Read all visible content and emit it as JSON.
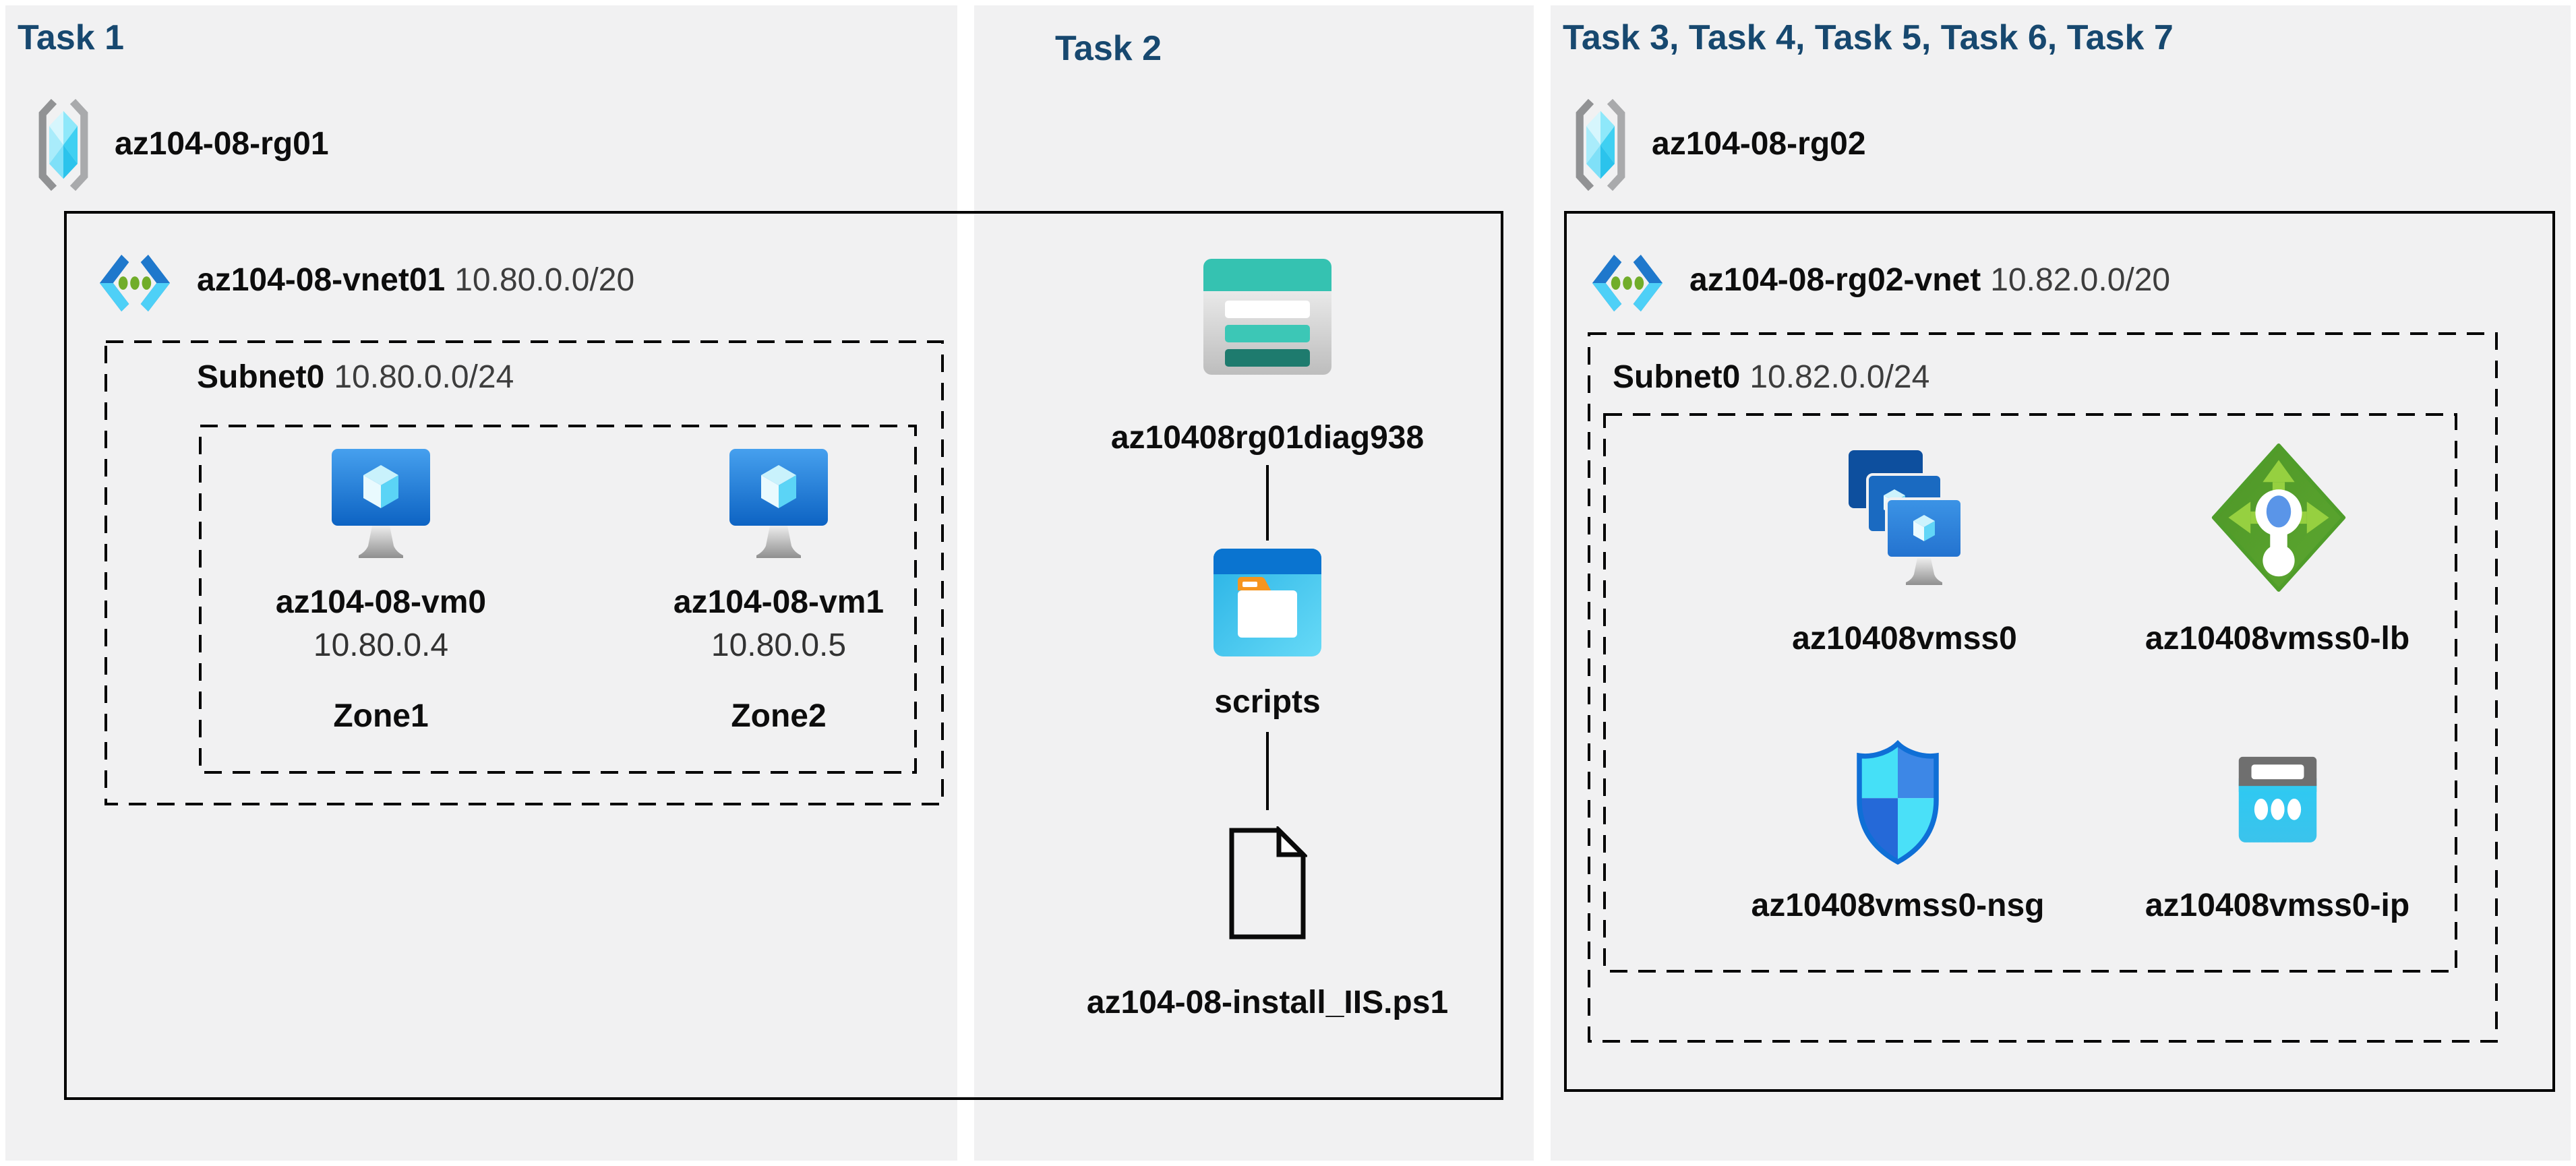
{
  "colors": {
    "page_bg": "#ffffff",
    "panel_bg": "#f1f1f2",
    "task_title_blue": "#17486f",
    "label_black": "#0d0d0d",
    "secondary_text": "#3d3d3d",
    "border_black": "#000000",
    "vm_monitor_blue": "#0d63c3",
    "vnet_chevron_blue": "#1f78cc",
    "vnet_chevron_cyan": "#4ed0f7",
    "vnet_dot_green": "#71ad2a",
    "storage_teal": "#35c2b1",
    "storage_dark_teal": "#1e7b6e",
    "scripts_blue": "#0a74d0",
    "folder_tab_orange": "#f6951e",
    "lb_green": "#4f9d2a",
    "lb_arrow_green": "#96d040",
    "nsg_cyan": "#45e0f7",
    "nsg_blue": "#2f78e0",
    "ip_gray": "#6f6f6f",
    "ip_cyan": "#31c9f0"
  },
  "task1": {
    "title": "Task 1",
    "resource_group": {
      "name": "az104-08-rg01",
      "icon": "resource-group-icon"
    },
    "vnet": {
      "name": "az104-08-vnet01",
      "cidr": "10.80.0.0/20",
      "icon": "virtual-network-icon"
    },
    "subnet": {
      "name": "Subnet0",
      "cidr": "10.80.0.0/24"
    },
    "vms": [
      {
        "name": "az104-08-vm0",
        "ip": "10.80.0.4",
        "zone": "Zone1",
        "icon": "virtual-machine-icon"
      },
      {
        "name": "az104-08-vm1",
        "ip": "10.80.0.5",
        "zone": "Zone2",
        "icon": "virtual-machine-icon"
      }
    ]
  },
  "task2": {
    "title": "Task 2",
    "storage_account": {
      "name": "az10408rg01diag938",
      "icon": "storage-account-icon"
    },
    "container": {
      "name": "scripts",
      "icon": "blob-container-icon"
    },
    "script_file": {
      "name": "az104-08-install_IIS.ps1",
      "icon": "script-file-icon"
    }
  },
  "task3": {
    "title": "Task 3, Task 4, Task 5, Task 6, Task 7",
    "resource_group": {
      "name": "az104-08-rg02",
      "icon": "resource-group-icon"
    },
    "vnet": {
      "name": "az104-08-rg02-vnet",
      "cidr": "10.82.0.0/20",
      "icon": "virtual-network-icon"
    },
    "subnet": {
      "name": "Subnet0",
      "cidr": "10.82.0.0/24"
    },
    "resources": [
      {
        "name": "az10408vmss0",
        "icon": "vm-scale-set-icon"
      },
      {
        "name": "az10408vmss0-lb",
        "icon": "load-balancer-icon"
      },
      {
        "name": "az10408vmss0-nsg",
        "icon": "network-security-group-icon"
      },
      {
        "name": "az10408vmss0-ip",
        "icon": "public-ip-icon"
      }
    ]
  }
}
